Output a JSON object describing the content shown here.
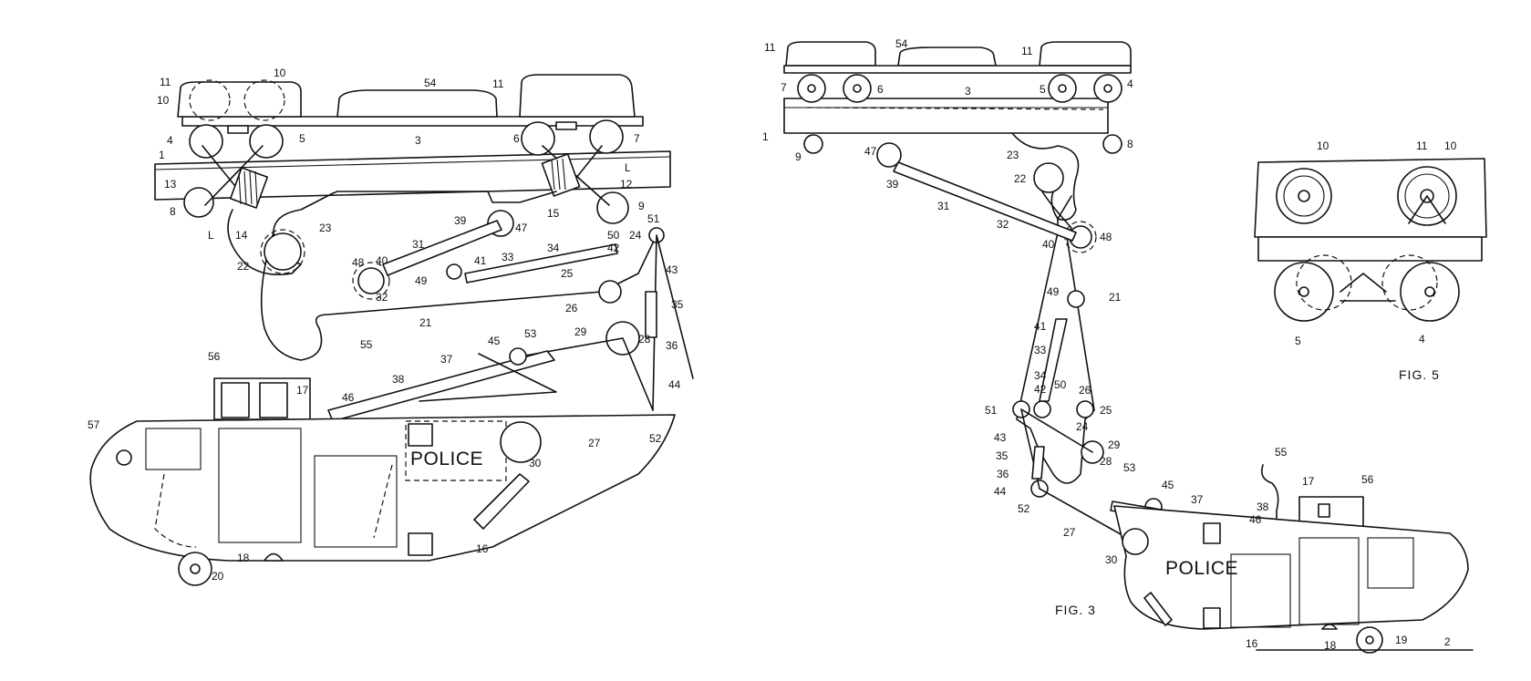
{
  "figures": [
    {
      "id": "fig3",
      "caption": "FIG.  3"
    },
    {
      "id": "fig5",
      "caption": "FIG.  5"
    }
  ],
  "vehicle_text": "POLICE",
  "labels": {
    "left": {
      "l1": "1",
      "l3": "3",
      "l4": "4",
      "l5": "5",
      "l6": "6",
      "l7": "7",
      "l8": "8",
      "l9": "9",
      "l10a": "10",
      "l10b": "10",
      "l11a": "11",
      "l11b": "11",
      "l12": "12",
      "l13": "13",
      "l14": "14",
      "l15": "15",
      "l16": "16",
      "l17": "17",
      "l18": "18",
      "l20": "20",
      "l21": "21",
      "l22": "22",
      "l23": "23",
      "l24": "24",
      "l25": "25",
      "l26": "26",
      "l27": "27",
      "l28": "28",
      "l29": "29",
      "l30": "30",
      "l31": "31",
      "l32": "32",
      "l33": "33",
      "l34": "34",
      "l35": "35",
      "l36": "36",
      "l37": "37",
      "l38": "38",
      "l39": "39",
      "l40": "40",
      "l41": "41",
      "l42": "42",
      "l43": "43",
      "l44": "44",
      "l45": "45",
      "l46": "46",
      "l47": "47",
      "l48": "48",
      "l49": "49",
      "l50": "50",
      "l51": "51",
      "l52": "52",
      "l53": "53",
      "l54": "54",
      "l55": "55",
      "l56": "56",
      "l57": "57",
      "lLa": "L",
      "lLb": "L"
    },
    "right": {
      "r1": "1",
      "r2": "2",
      "r3": "3",
      "r4": "4",
      "r5": "5",
      "r6": "6",
      "r7": "7",
      "r8": "8",
      "r9": "9",
      "r11a": "11",
      "r11b": "11",
      "r16": "16",
      "r17": "17",
      "r18": "18",
      "r19": "19",
      "r21": "21",
      "r22": "22",
      "r23": "23",
      "r24": "24",
      "r25": "25",
      "r26": "26",
      "r27": "27",
      "r28": "28",
      "r29": "29",
      "r30": "30",
      "r31": "31",
      "r32": "32",
      "r33": "33",
      "r34": "34",
      "r35": "35",
      "r36": "36",
      "r37": "37",
      "r38": "38",
      "r39": "39",
      "r40": "40",
      "r41": "41",
      "r42": "42",
      "r43": "43",
      "r44": "44",
      "r45": "45",
      "r46": "46",
      "r47": "47",
      "r48": "48",
      "r49": "49",
      "r50": "50",
      "r51": "51",
      "r52": "52",
      "r53": "53",
      "r54": "54",
      "r55": "55",
      "r56": "56"
    },
    "fig5": {
      "f4": "4",
      "f5": "5",
      "f10a": "10",
      "f10b": "10",
      "f11": "11"
    }
  }
}
